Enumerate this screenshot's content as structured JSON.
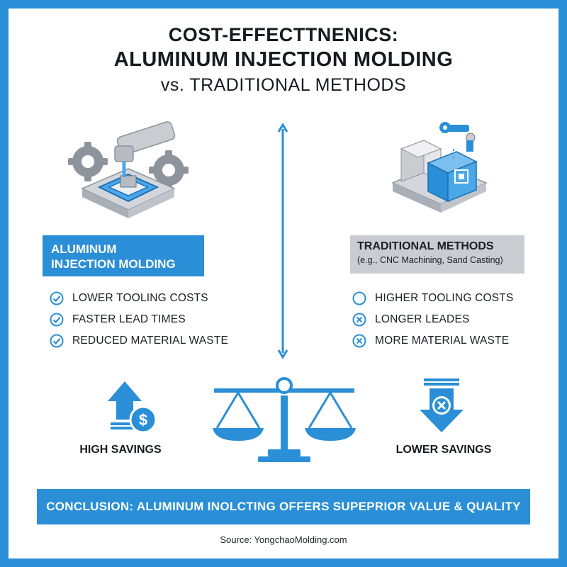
{
  "title": {
    "line1": "COST-EFFECTTNENICS:",
    "line2": "ALUMINUM INJECTION MOLDING",
    "line3": "vs. TRADITIONAL METHODS"
  },
  "left": {
    "header_line1": "ALUMINUM",
    "header_line2": "INJECTION MOLDING",
    "items": [
      {
        "label": "LOWER TOOLING COSTS",
        "icon": "check-circle-icon"
      },
      {
        "label": "FASTER LEAD TIMES",
        "icon": "check-circle-icon"
      },
      {
        "label": "REDUCED MATERIAL WASTE",
        "icon": "check-circle-icon"
      }
    ],
    "savings_label": "HIGH SAVINGS"
  },
  "right": {
    "header": "TRADITIONAL METHODS",
    "subheader": "(e.g., CNC Machining, Sand Casting)",
    "items": [
      {
        "label": "HIGHER TOOLING COSTS",
        "icon": "empty-circle-icon"
      },
      {
        "label": "LONGER LEADES",
        "icon": "x-circle-icon"
      },
      {
        "label": "MORE MATERIAL WASTE",
        "icon": "x-circle-icon"
      }
    ],
    "savings_label": "LOWER SAVINGS"
  },
  "conclusion": "CONCLUSION: ALUMINUM INOLCTING OFFERS SUPEPRIOR VALUE & QUALITY",
  "source": "Source: YongchaoMolding.com",
  "colors": {
    "accent": "#2a8fd6",
    "dark_text": "#161b22",
    "gray_header": "#c9cdd2"
  }
}
